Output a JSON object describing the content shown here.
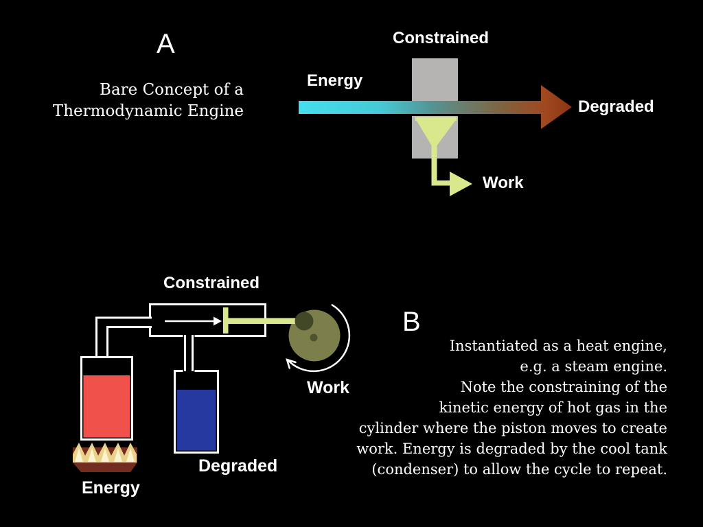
{
  "panel_a": {
    "label": "A",
    "title_line1": "Bare Concept of a",
    "title_line2": "Thermodynamic Engine",
    "energy_label": "Energy",
    "constrained_label": "Constrained",
    "degraded_label": "Degraded",
    "work_label": "Work"
  },
  "panel_b": {
    "label": "B",
    "constrained_label": "Constrained",
    "energy_label": "Energy",
    "degraded_label": "Degraded",
    "work_label": "Work",
    "caption_lines": [
      "Instantiated as a heat engine,",
      "e.g. a steam engine.",
      "Note the constraining of the",
      "kinetic energy of hot gas in the",
      "cylinder where the piston moves to create",
      "work. Energy is degraded by the cool tank",
      "(condenser) to allow the cycle to repeat."
    ]
  },
  "colors": {
    "background": "#000000",
    "energy_cyan": "#45dfee",
    "degraded_red": "#a0481f",
    "degraded_red_dark": "#8d3514",
    "constraint_gray": "#b5b4b2",
    "work_green": "#d9e88c",
    "hot_tank_red": "#f1514b",
    "cool_tank_blue": "#2639a0",
    "flywheel_olive": "#7c7f4b",
    "flywheel_pin_dark": "#414727",
    "flywheel_dot_dark": "#4d532c",
    "flame_maroon": "#722c20",
    "flame_tan": "#e9d28a",
    "flame_cream": "#faf3cf",
    "outline_white": "#ffffff"
  }
}
